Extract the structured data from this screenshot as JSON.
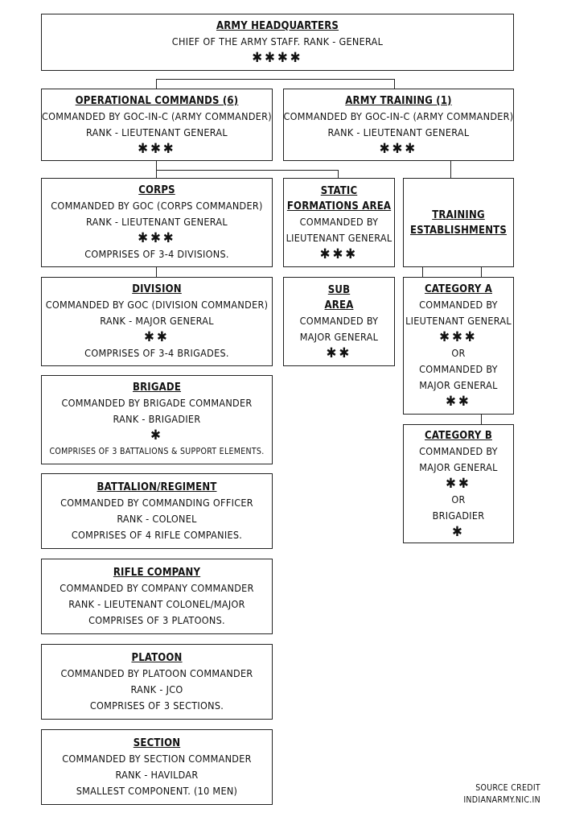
{
  "hq": {
    "title": "ARMY HEADQUARTERS",
    "line1": "CHIEF OF THE ARMY STAFF. RANK - GENERAL",
    "stars": "✱✱✱✱"
  },
  "operational": {
    "title": "OPERATIONAL COMMANDS (6)",
    "line1": "COMMANDED BY GOC-IN-C (ARMY COMMANDER)",
    "line2": "RANK - LIEUTENANT GENERAL",
    "stars": "✱✱✱"
  },
  "training": {
    "title": "ARMY TRAINING (1)",
    "line1": "COMMANDED BY GOC-IN-C (ARMY COMMANDER)",
    "line2": "RANK - LIEUTENANT GENERAL",
    "stars": "✱✱✱"
  },
  "corps": {
    "title": "CORPS",
    "line1": "COMMANDED BY GOC (CORPS COMMANDER)",
    "line2": "RANK - LIEUTENANT GENERAL",
    "stars": "✱✱✱",
    "line3": "COMPRISES OF 3-4 DIVISIONS."
  },
  "static": {
    "title1": "STATIC",
    "title2": "FORMATIONS AREA",
    "line1": "COMMANDED BY",
    "line2": "LIEUTENANT GENERAL",
    "stars": "✱✱✱"
  },
  "establishments": {
    "title1": "TRAINING",
    "title2": "ESTABLISHMENTS"
  },
  "division": {
    "title": "DIVISION",
    "line1": "COMMANDED BY GOC (DIVISION COMMANDER)",
    "line2": "RANK - MAJOR GENERAL",
    "stars": "✱✱",
    "line3": "COMPRISES OF 3-4 BRIGADES."
  },
  "subarea": {
    "title1": "SUB",
    "title2": "AREA",
    "line1": "COMMANDED BY",
    "line2": "MAJOR GENERAL",
    "stars": "✱✱"
  },
  "categoryA": {
    "title": "CATEGORY A",
    "line1": "COMMANDED BY",
    "line2": "LIEUTENANT GENERAL",
    "stars1": "✱✱✱",
    "or": "OR",
    "line3": "COMMANDED BY",
    "line4": "MAJOR GENERAL",
    "stars2": "✱✱"
  },
  "brigade": {
    "title": "BRIGADE",
    "line1": "COMMANDED BY BRIGADE COMMANDER",
    "line2": "RANK - BRIGADIER",
    "stars": "✱",
    "line3": "COMPRISES OF 3 BATTALIONS & SUPPORT ELEMENTS."
  },
  "categoryB": {
    "title": "CATEGORY B",
    "line1": "COMMANDED BY",
    "line2": "MAJOR GENERAL",
    "stars1": "✱✱",
    "or": "OR",
    "line3": "BRIGADIER",
    "stars2": "✱"
  },
  "battalion": {
    "title": "BATTALION/REGIMENT",
    "line1": "COMMANDED BY COMMANDING OFFICER",
    "line2": "RANK - COLONEL",
    "line3": "COMPRISES OF 4 RIFLE COMPANIES."
  },
  "rifle": {
    "title": "RIFLE COMPANY",
    "line1": "COMMANDED BY COMPANY COMMANDER",
    "line2": "RANK - LIEUTENANT COLONEL/MAJOR",
    "line3": "COMPRISES OF 3 PLATOONS."
  },
  "platoon": {
    "title": "PLATOON",
    "line1": "COMMANDED BY PLATOON COMMANDER",
    "line2": "RANK - JCO",
    "line3": "COMPRISES OF 3 SECTIONS."
  },
  "section": {
    "title": "SECTION",
    "line1": "COMMANDED BY SECTION COMMANDER",
    "line2": "RANK - HAVILDAR",
    "line3": "SMALLEST COMPONENT. (10 MEN)"
  },
  "credit": {
    "line1": "SOURCE CREDIT",
    "line2": "INDIANARMY.NIC.IN"
  }
}
